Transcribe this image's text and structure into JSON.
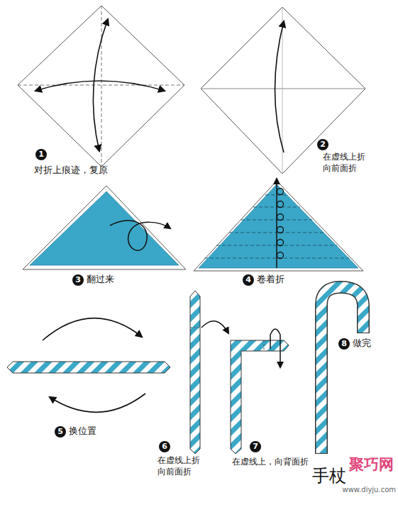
{
  "diagram": {
    "title": "手杖",
    "labels": [
      "1",
      "对折上痕迹，复原",
      "2",
      "在虚线上折 向前面折",
      "3",
      "翻过来",
      "4",
      "卷着折",
      "8",
      "做完",
      "5",
      "换位置",
      "6",
      "在虚线上折 向前面折",
      "7",
      "在虚线上，向背面折",
      "聚巧网",
      "www.diyju.com"
    ]
  }
}
